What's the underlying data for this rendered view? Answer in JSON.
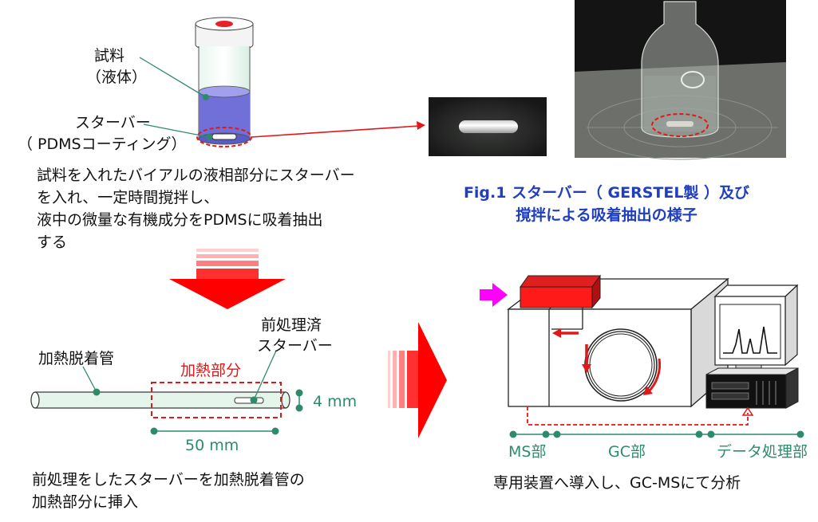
{
  "top_left": {
    "label_sample": "試料",
    "label_sample_liquid": "（液体）",
    "label_stirbar": "スターバー",
    "label_stirbar_coating": "（ PDMSコーティング）",
    "description_lines": [
      "試料を入れたバイアルの液相部分にスターバー",
      "を入れ、一定時間撹拌し、",
      "液中の微量な有機成分をPDMSに吸着抽出",
      "する"
    ]
  },
  "figure_caption": {
    "line1": "Fig.1 スターバー（ GERSTEL製 ）及び",
    "line2": "撹拌による吸着抽出の様子"
  },
  "bottom_left": {
    "label_tube": "加熱脱着管",
    "label_treated_bar_1": "前処理済",
    "label_treated_bar_2": "スターバー",
    "label_heating_zone": "加熱部分",
    "dim_diameter": "4 mm",
    "dim_length": "50 mm",
    "description_lines": [
      "前処理をしたスターバーを加熱脱着管の",
      "加熱部分に挿入"
    ]
  },
  "bottom_right": {
    "label_ms": "MS部",
    "label_gc": "GC部",
    "label_data": "データ処理部",
    "description": "専用装置へ導入し、GC-MSにて分析"
  },
  "colors": {
    "accent_green": "#2e8b6a",
    "highlight_red": "#e01818",
    "caption_blue": "#1f3fbf",
    "liquid_blue": "#7070d8",
    "arrow_magenta": "#ff00ff"
  }
}
